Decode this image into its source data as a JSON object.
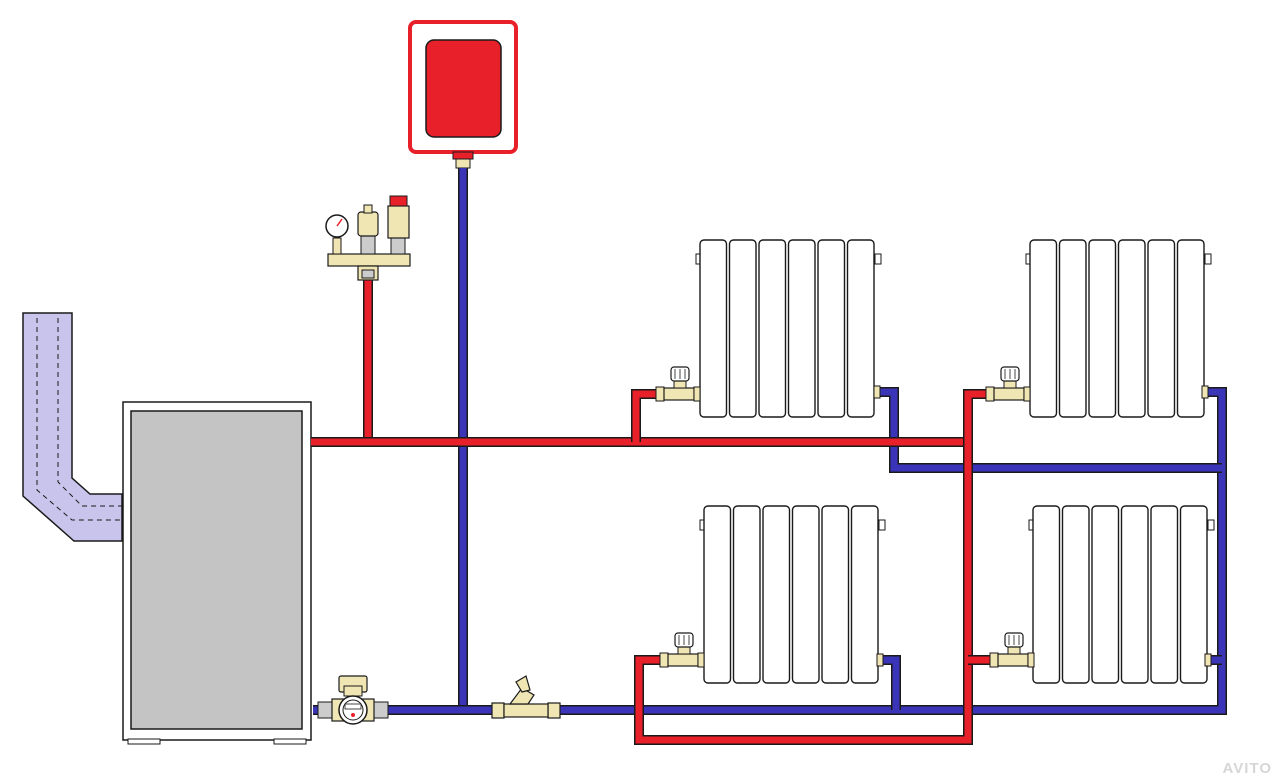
{
  "diagram": {
    "colors": {
      "supply": "#e8202a",
      "return": "#3a35b8",
      "pipe_outline": "#1a1a1a",
      "boiler_body": "#c4c4c4",
      "boiler_frame": "#ffffff",
      "chimney": "#c9c4ec",
      "brass": "#f0e6b4",
      "radiator": "#ffffff",
      "expansion_tank": "#e8202a"
    },
    "components": [
      "boiler",
      "chimney",
      "expansion-tank",
      "safety-group",
      "radiator",
      "radiator",
      "radiator",
      "radiator",
      "circulation-pump",
      "strainer-filter",
      "thermostatic-valve"
    ]
  },
  "watermark": {
    "text": "AVITO"
  }
}
